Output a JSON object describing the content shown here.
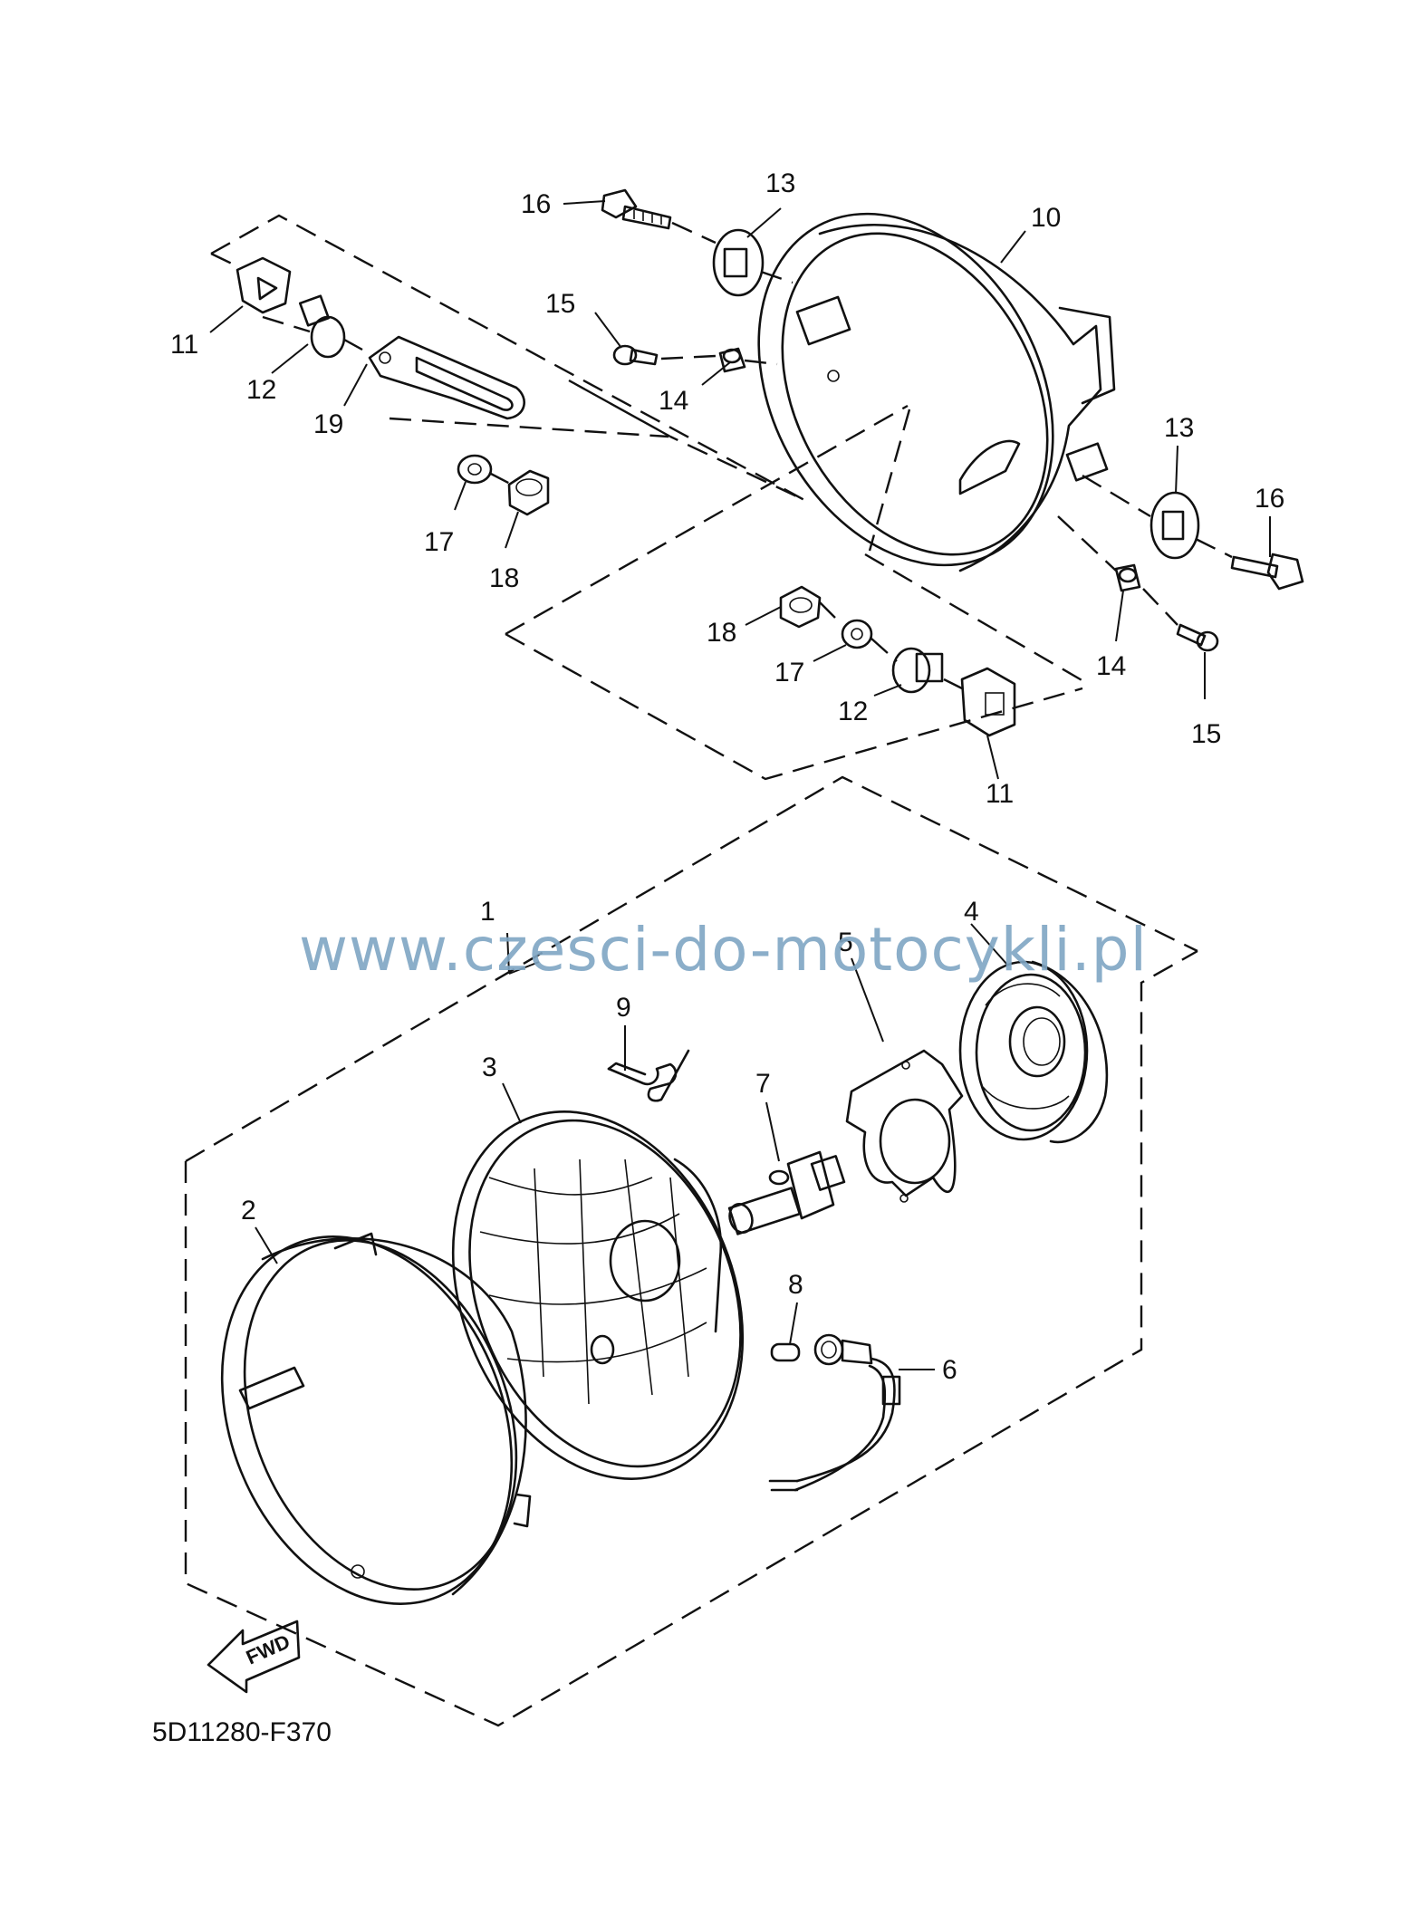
{
  "diagram": {
    "callouts": {
      "c1": "1",
      "c2": "2",
      "c3": "3",
      "c4": "4",
      "c5": "5",
      "c6": "6",
      "c7": "7",
      "c8": "8",
      "c9": "9",
      "c10": "10",
      "c11a": "11",
      "c11b": "11",
      "c12a": "12",
      "c12b": "12",
      "c13a": "13",
      "c13b": "13",
      "c14a": "14",
      "c14b": "14",
      "c15a": "15",
      "c15b": "15",
      "c16a": "16",
      "c16b": "16",
      "c17a": "17",
      "c17b": "17",
      "c18a": "18",
      "c18b": "18",
      "c19": "19"
    },
    "fwd_label": "FWD",
    "diagram_code": "5D11280-F370",
    "watermark": "www.czesci-do-motocykli.pl"
  }
}
